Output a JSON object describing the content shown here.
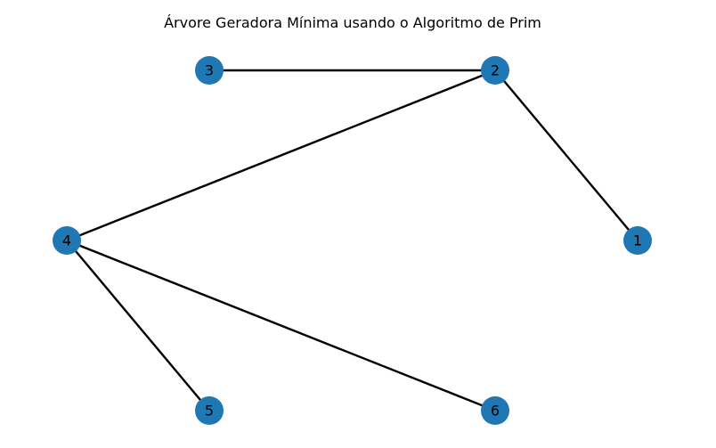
{
  "title": "Árvore Geradora Mínima usando o Algoritmo de Prim",
  "colors": {
    "node_fill": "#1f77b4",
    "edge_stroke": "#000000",
    "label_color": "#000000",
    "background": "#ffffff"
  },
  "graph": {
    "nodes": [
      {
        "id": "1",
        "label": "1"
      },
      {
        "id": "2",
        "label": "2"
      },
      {
        "id": "3",
        "label": "3"
      },
      {
        "id": "4",
        "label": "4"
      },
      {
        "id": "5",
        "label": "5"
      },
      {
        "id": "6",
        "label": "6"
      }
    ],
    "edges": [
      {
        "source": "3",
        "target": "2"
      },
      {
        "source": "2",
        "target": "1"
      },
      {
        "source": "2",
        "target": "4"
      },
      {
        "source": "4",
        "target": "5"
      },
      {
        "source": "4",
        "target": "6"
      }
    ]
  }
}
